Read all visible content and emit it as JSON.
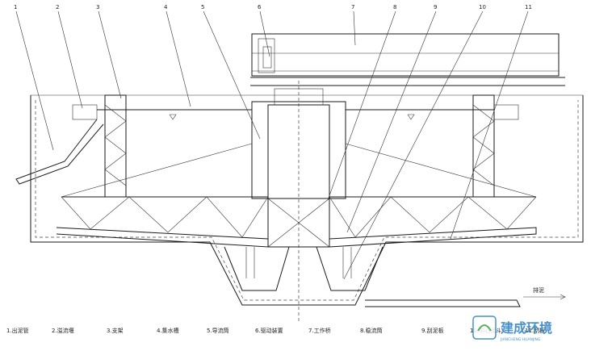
{
  "callouts": [
    "1",
    "2",
    "3",
    "4",
    "5",
    "6",
    "7",
    "8",
    "9",
    "10",
    "11"
  ],
  "legend": [
    "1.出泥管",
    "2.溢流堰",
    "3.支架",
    "4.集水槽",
    "5.导流筒",
    "6.驱动装置",
    "7.工作桥",
    "8.稳流筒",
    "9.刮泥板",
    "10.中心泥斗",
    "11.刮板"
  ],
  "flow_label": "排泥",
  "logo": {
    "name": "建成环境",
    "tagline": "JIANCHENG HUANJING",
    "brand_color": "#2a7fc0"
  }
}
